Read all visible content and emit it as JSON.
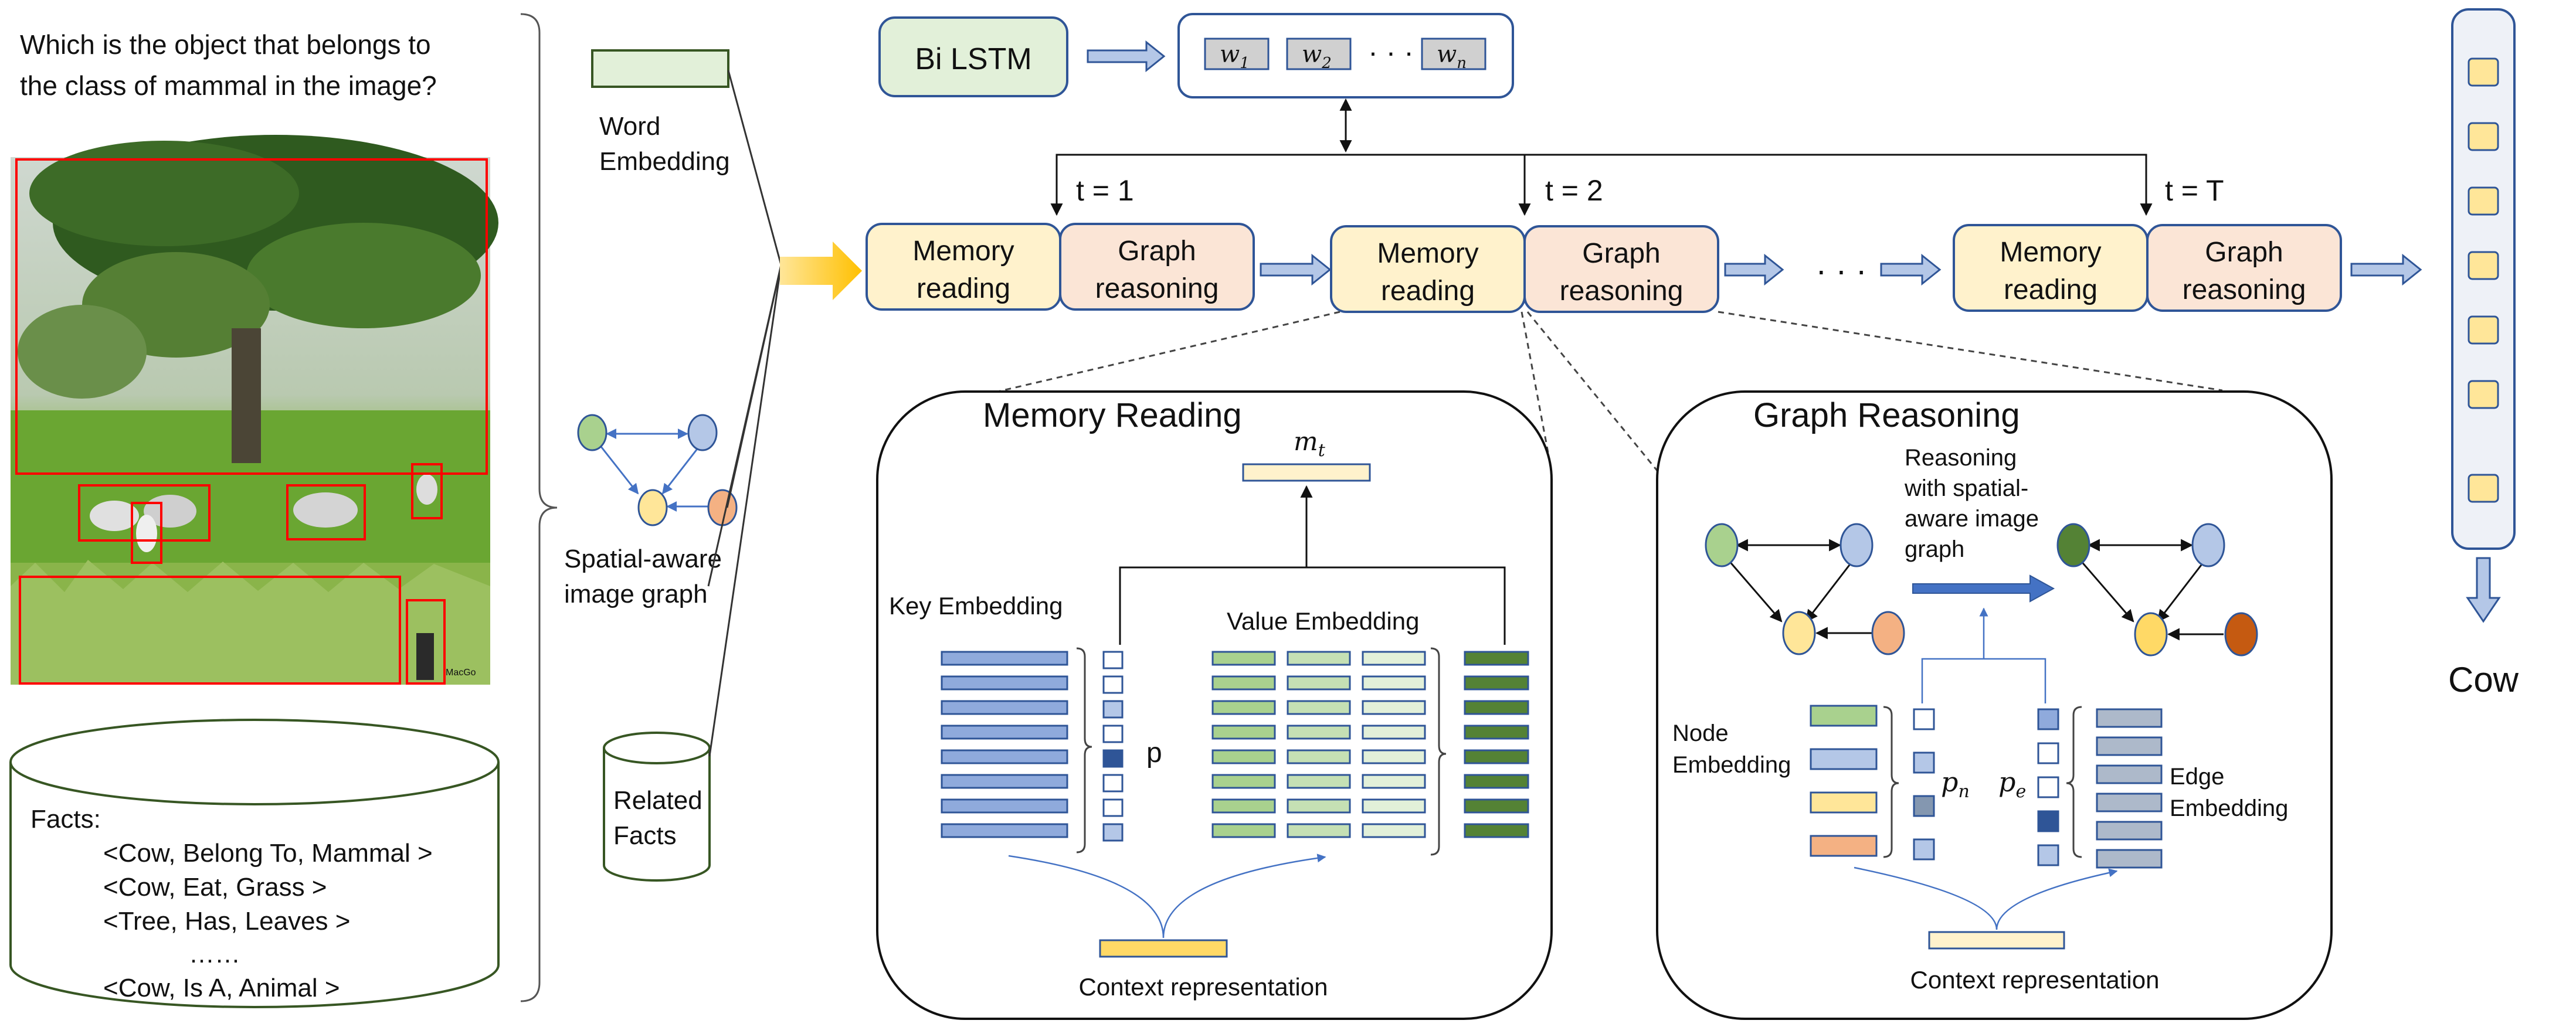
{
  "question": {
    "line1": "Which is the object that belongs to",
    "line2": "the class of mammal in the image?"
  },
  "facts": {
    "title": "Facts:",
    "items": [
      "<Cow, Belong To, Mammal >",
      "<Cow, Eat, Grass >",
      "<Tree, Has, Leaves >",
      "……",
      "<Cow, Is A, Animal >"
    ]
  },
  "inputs": {
    "word_embedding": [
      "Word",
      "Embedding"
    ],
    "image_graph": [
      "Spatial-aware",
      "image graph"
    ],
    "related_facts": [
      "Related",
      "Facts"
    ]
  },
  "bilstm": {
    "label": "Bi LSTM",
    "w1": "w",
    "w1_sub": "1",
    "w2": "w",
    "w2_sub": "2",
    "dots": "· · ·",
    "wn": "w",
    "wn_sub": "n"
  },
  "timesteps": [
    "t = 1",
    "t = 2",
    "t = T"
  ],
  "blocks": {
    "memory": [
      "Memory",
      "reading"
    ],
    "graph": [
      "Graph",
      "reasoning"
    ]
  },
  "ellipsis": "· · ·",
  "memory_reading": {
    "title": "Memory Reading",
    "output": "m",
    "output_sub": "t",
    "key": "Key Embedding",
    "value": "Value Embedding",
    "p": "p",
    "context": "Context representation"
  },
  "graph_reasoning": {
    "title": "Graph Reasoning",
    "reasoning": [
      "Reasoning",
      "with spatial-",
      "aware image",
      "graph"
    ],
    "node": [
      "Node",
      "Embedding"
    ],
    "edge": [
      "Edge",
      "Embedding"
    ],
    "pn": "p",
    "pn_sub": "n",
    "pe": "p",
    "pe_sub": "e",
    "context": "Context representation"
  },
  "answer": "Cow",
  "image_watermark": "MacGo",
  "colors": {
    "blue_box": "#2f5597",
    "memory_fill": "#fff2cc",
    "graph_fill": "#fbe5d6",
    "lstm_fill": "#e2f0d9",
    "key_blue": "#8faadc",
    "value_green": "#a9d18e",
    "dark_green": "#548235",
    "arrow_yellow": "#ffd966",
    "node_green": "#a9d18e",
    "node_blue": "#b4c7e7",
    "node_yellow": "#ffe699",
    "node_orange": "#f4b183",
    "node_dark_green": "#548235",
    "node_dark_orange": "#c55a11",
    "bbox_red": "#ff0000"
  }
}
